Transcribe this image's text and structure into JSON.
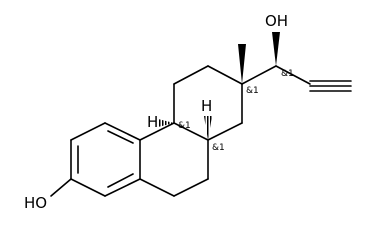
{
  "molecule": {
    "atoms": {
      "hydroxyl_top": "OH",
      "hydroxyl_left": "HO",
      "hydrogen_top": "H",
      "hydrogen_bottom": "H"
    },
    "stereo_labels": {
      "c_quaternary": "&1",
      "c_carbinol": "&1",
      "c_ring_junction_left": "&1",
      "c_ring_junction_right": "&1"
    }
  }
}
